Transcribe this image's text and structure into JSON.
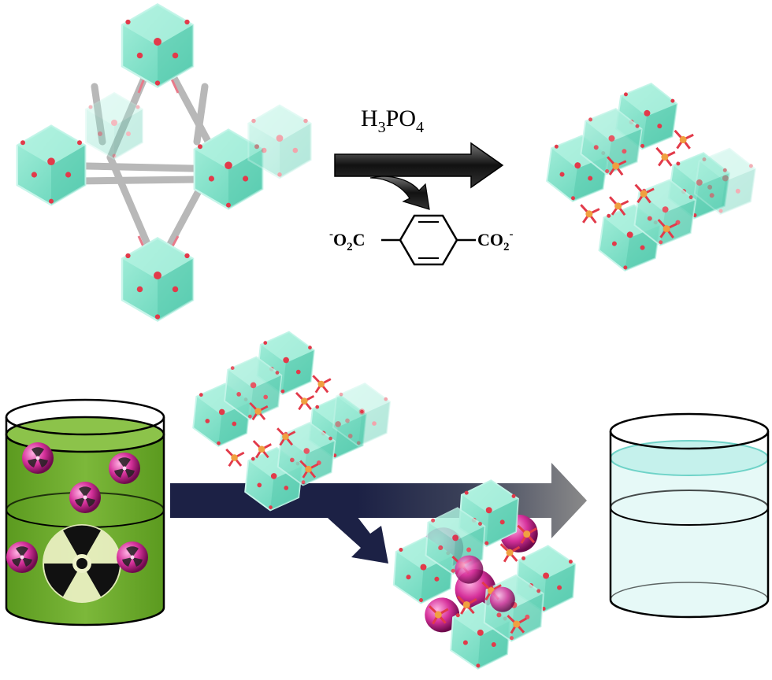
{
  "reagent": {
    "prefix": "H",
    "sub1": "3",
    "mid": "PO",
    "sub2": "4"
  },
  "byproduct": {
    "left_sign": "-",
    "left_text": "O",
    "left_sub": "2",
    "left_tail": "C",
    "right_text": "CO",
    "right_sub": "2",
    "right_sign": "-"
  },
  "colors": {
    "cluster": "#7fe0c8",
    "cluster_edge": "#a9efdc",
    "oxygen": "#e23a4a",
    "phosphate": "#f0a040",
    "linker": "#b0b0b0",
    "radionuclide": "#d6319b",
    "contaminated_liquid": "#6fa82a",
    "clean_liquid": "#cdf3f0",
    "arrow_dark": "#1c2145",
    "arrow_grey": "#8a8a8a",
    "black_arrow": "#222222"
  },
  "icons": [
    "radiation-trefoil-icon",
    "radionuclide-sphere-icon"
  ]
}
